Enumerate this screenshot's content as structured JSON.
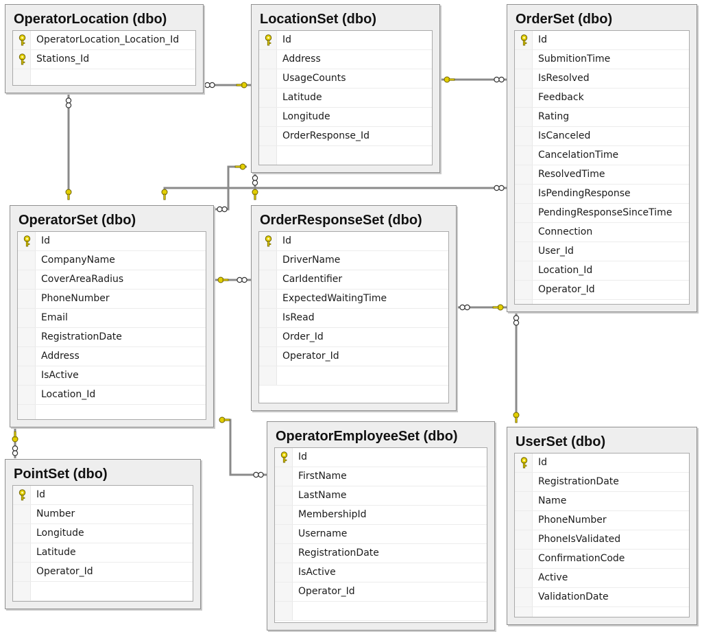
{
  "tables": {
    "operator_location": {
      "title": "OperatorLocation (dbo)",
      "columns": [
        {
          "name": "OperatorLocation_Location_Id",
          "key": true
        },
        {
          "name": "Stations_Id",
          "key": true
        }
      ]
    },
    "location_set": {
      "title": "LocationSet (dbo)",
      "columns": [
        {
          "name": "Id",
          "key": true
        },
        {
          "name": "Address",
          "key": false
        },
        {
          "name": "UsageCounts",
          "key": false
        },
        {
          "name": "Latitude",
          "key": false
        },
        {
          "name": "Longitude",
          "key": false
        },
        {
          "name": "OrderResponse_Id",
          "key": false
        }
      ]
    },
    "order_set": {
      "title": "OrderSet (dbo)",
      "columns": [
        {
          "name": "Id",
          "key": true
        },
        {
          "name": "SubmitionTime",
          "key": false
        },
        {
          "name": "IsResolved",
          "key": false
        },
        {
          "name": "Feedback",
          "key": false
        },
        {
          "name": "Rating",
          "key": false
        },
        {
          "name": "IsCanceled",
          "key": false
        },
        {
          "name": "CancelationTime",
          "key": false
        },
        {
          "name": "ResolvedTime",
          "key": false
        },
        {
          "name": "IsPendingResponse",
          "key": false
        },
        {
          "name": "PendingResponseSinceTime",
          "key": false
        },
        {
          "name": "Connection",
          "key": false
        },
        {
          "name": "User_Id",
          "key": false
        },
        {
          "name": "Location_Id",
          "key": false
        },
        {
          "name": "Operator_Id",
          "key": false
        }
      ]
    },
    "operator_set": {
      "title": "OperatorSet (dbo)",
      "columns": [
        {
          "name": "Id",
          "key": true
        },
        {
          "name": "CompanyName",
          "key": false
        },
        {
          "name": "CoverAreaRadius",
          "key": false
        },
        {
          "name": "PhoneNumber",
          "key": false
        },
        {
          "name": "Email",
          "key": false
        },
        {
          "name": "RegistrationDate",
          "key": false
        },
        {
          "name": "Address",
          "key": false
        },
        {
          "name": "IsActive",
          "key": false
        },
        {
          "name": "Location_Id",
          "key": false
        }
      ]
    },
    "order_response_set": {
      "title": "OrderResponseSet (dbo)",
      "columns": [
        {
          "name": "Id",
          "key": true
        },
        {
          "name": "DriverName",
          "key": false
        },
        {
          "name": "CarIdentifier",
          "key": false
        },
        {
          "name": "ExpectedWaitingTime",
          "key": false
        },
        {
          "name": "IsRead",
          "key": false
        },
        {
          "name": "Order_Id",
          "key": false
        },
        {
          "name": "Operator_Id",
          "key": false
        }
      ]
    },
    "point_set": {
      "title": "PointSet (dbo)",
      "columns": [
        {
          "name": "Id",
          "key": true
        },
        {
          "name": "Number",
          "key": false
        },
        {
          "name": "Longitude",
          "key": false
        },
        {
          "name": "Latitude",
          "key": false
        },
        {
          "name": "Operator_Id",
          "key": false
        }
      ]
    },
    "operator_employee_set": {
      "title": "OperatorEmployeeSet (dbo)",
      "columns": [
        {
          "name": "Id",
          "key": true
        },
        {
          "name": "FirstName",
          "key": false
        },
        {
          "name": "LastName",
          "key": false
        },
        {
          "name": "MembershipId",
          "key": false
        },
        {
          "name": "Username",
          "key": false
        },
        {
          "name": "RegistrationDate",
          "key": false
        },
        {
          "name": "IsActive",
          "key": false
        },
        {
          "name": "Operator_Id",
          "key": false
        }
      ]
    },
    "user_set": {
      "title": "UserSet (dbo)",
      "columns": [
        {
          "name": "Id",
          "key": true
        },
        {
          "name": "RegistrationDate",
          "key": false
        },
        {
          "name": "Name",
          "key": false
        },
        {
          "name": "PhoneNumber",
          "key": false
        },
        {
          "name": "PhoneIsValidated",
          "key": false
        },
        {
          "name": "ConfirmationCode",
          "key": false
        },
        {
          "name": "Active",
          "key": false
        },
        {
          "name": "ValidationDate",
          "key": false
        }
      ]
    }
  },
  "colors": {
    "key_gold": "#d8c300",
    "line": "#8a8a8a",
    "panel": "#eeeeee"
  }
}
